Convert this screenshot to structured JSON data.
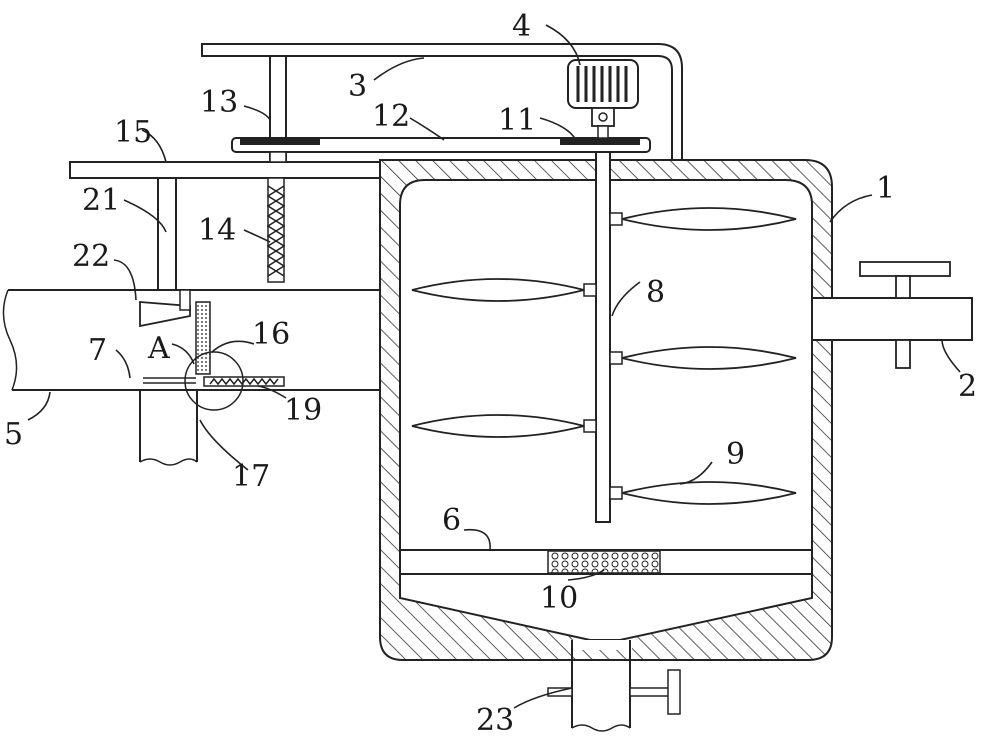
{
  "labels": {
    "l1": "1",
    "l2": "2",
    "l3": "3",
    "l4": "4",
    "l5": "5",
    "l6": "6",
    "l7": "7",
    "l8": "8",
    "l9": "9",
    "l10": "10",
    "l11": "11",
    "l12": "12",
    "l13": "13",
    "l14": "14",
    "l15": "15",
    "l16": "16",
    "l17": "17",
    "l19": "19",
    "l21": "21",
    "l22": "22",
    "l23": "23",
    "lA": "A"
  }
}
